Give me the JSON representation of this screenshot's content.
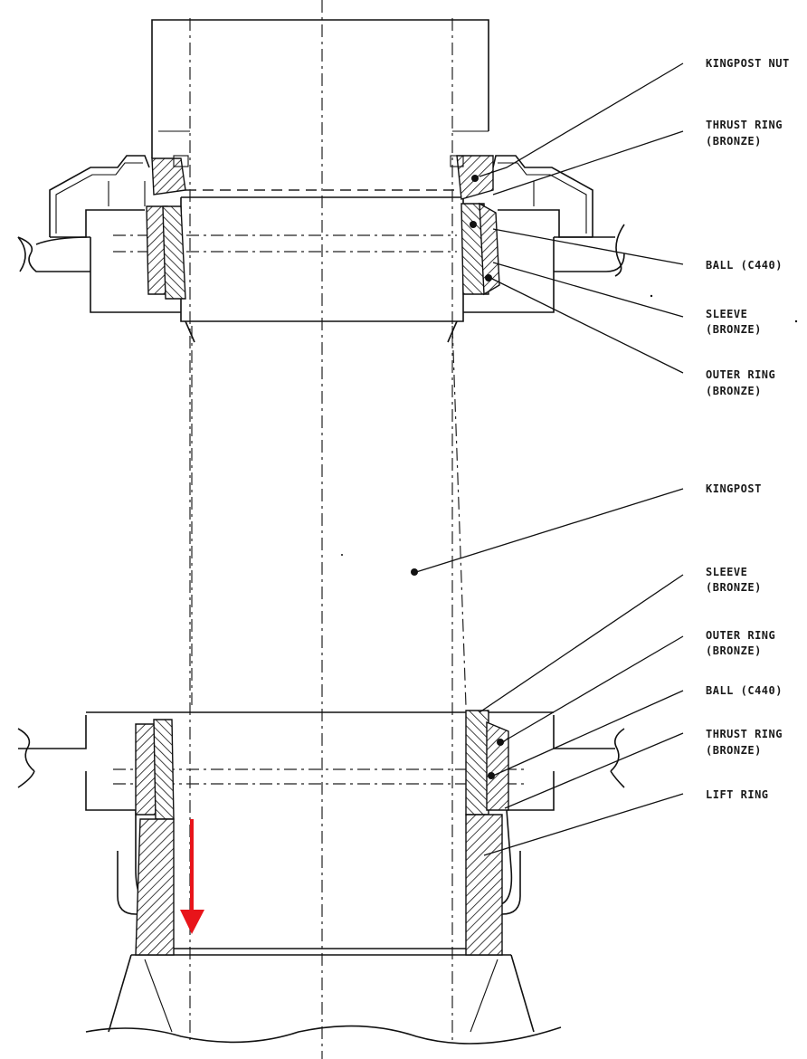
{
  "labels": {
    "kingpost_nut": "KINGPOST NUT",
    "thrust_ring_top": "THRUST RING",
    "thrust_ring_top_mat": "(BRONZE)",
    "ball_top": "BALL (C440)",
    "sleeve_top": "SLEEVE",
    "sleeve_top_mat": "(BRONZE)",
    "outer_ring_top": "OUTER RING",
    "outer_ring_top_mat": "(BRONZE)",
    "kingpost": "KINGPOST",
    "sleeve_bottom": "SLEEVE",
    "sleeve_bottom_mat": "(BRONZE)",
    "outer_ring_bottom": "OUTER RING",
    "outer_ring_bottom_mat": "(BRONZE)",
    "ball_bottom": "BALL (C440)",
    "thrust_ring_bottom": "THRUST RING",
    "thrust_ring_bottom_mat": "(BRONZE)",
    "lift_ring": "LIFT RING"
  },
  "colors": {
    "line": "#111111",
    "arrow": "#e8141a",
    "background": "#ffffff"
  },
  "annotations": {
    "arrow": "down-arrow-red"
  }
}
